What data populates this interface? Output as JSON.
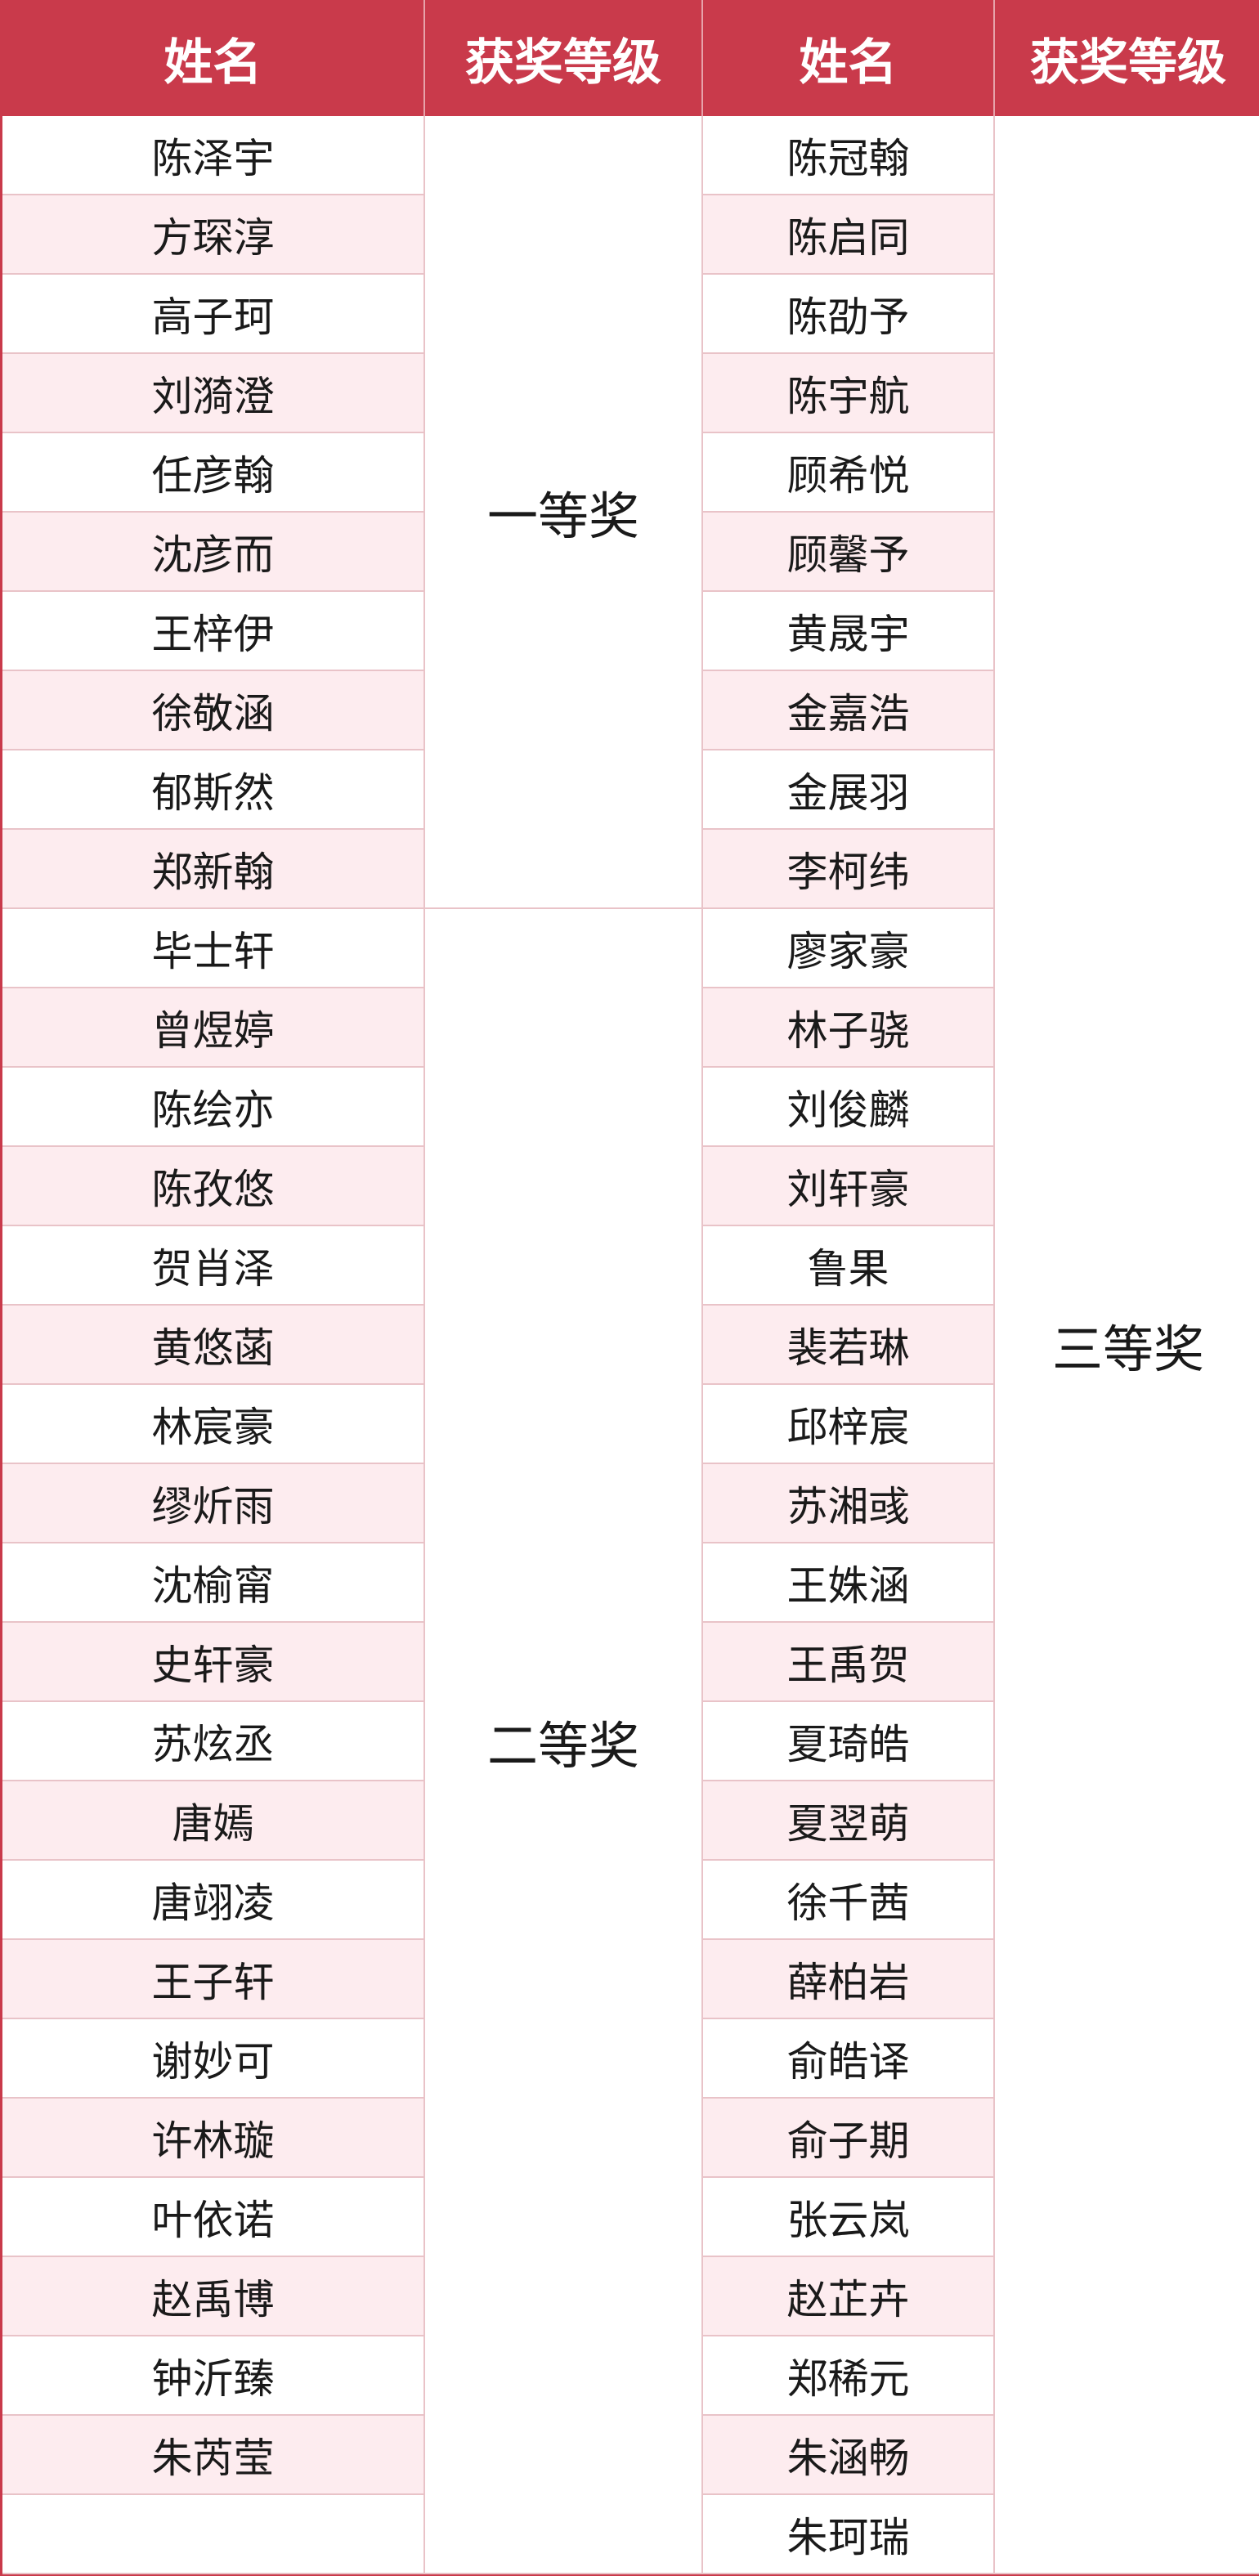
{
  "headers": {
    "name_1": "姓名",
    "grade_1": "获奖等级",
    "name_2": "姓名",
    "grade_2": "获奖等级"
  },
  "grades": {
    "first": "一等奖",
    "second": "二等奖",
    "third": "三等奖"
  },
  "left_names": [
    "陈泽宇",
    "方琛淳",
    "高子珂",
    "刘漪澄",
    "任彦翰",
    "沈彦而",
    "王梓伊",
    "徐敬涵",
    "郁斯然",
    "郑新翰",
    "毕士轩",
    "曾煜婷",
    "陈绘亦",
    "陈孜悠",
    "贺肖泽",
    "黄悠菡",
    "林宸豪",
    "缪炘雨",
    "沈榆甯",
    "史轩豪",
    "苏炫丞",
    "唐嫣",
    "唐翊凌",
    "王子轩",
    "谢妙可",
    "许林璇",
    "叶依诺",
    "赵禹博",
    "钟沂臻",
    "朱芮莹",
    ""
  ],
  "right_names": [
    "陈冠翰",
    "陈启同",
    "陈劭予",
    "陈宇航",
    "顾希悦",
    "顾馨予",
    "黄晟宇",
    "金嘉浩",
    "金展羽",
    "李柯纬",
    "廖家豪",
    "林子骁",
    "刘俊麟",
    "刘轩豪",
    "鲁果",
    "裴若琳",
    "邱梓宸",
    "苏湘彧",
    "王姝涵",
    "王禹贺",
    "夏琦皓",
    "夏翌萌",
    "徐千茜",
    "薛柏岩",
    "俞皓译",
    "俞子期",
    "张云岚",
    "赵芷卉",
    "郑稀元",
    "朱涵畅",
    "朱珂瑞"
  ],
  "colors": {
    "header_bg": "#c93a4b",
    "stripe_pink": "#fdecef",
    "border": "#e9c3c8"
  }
}
